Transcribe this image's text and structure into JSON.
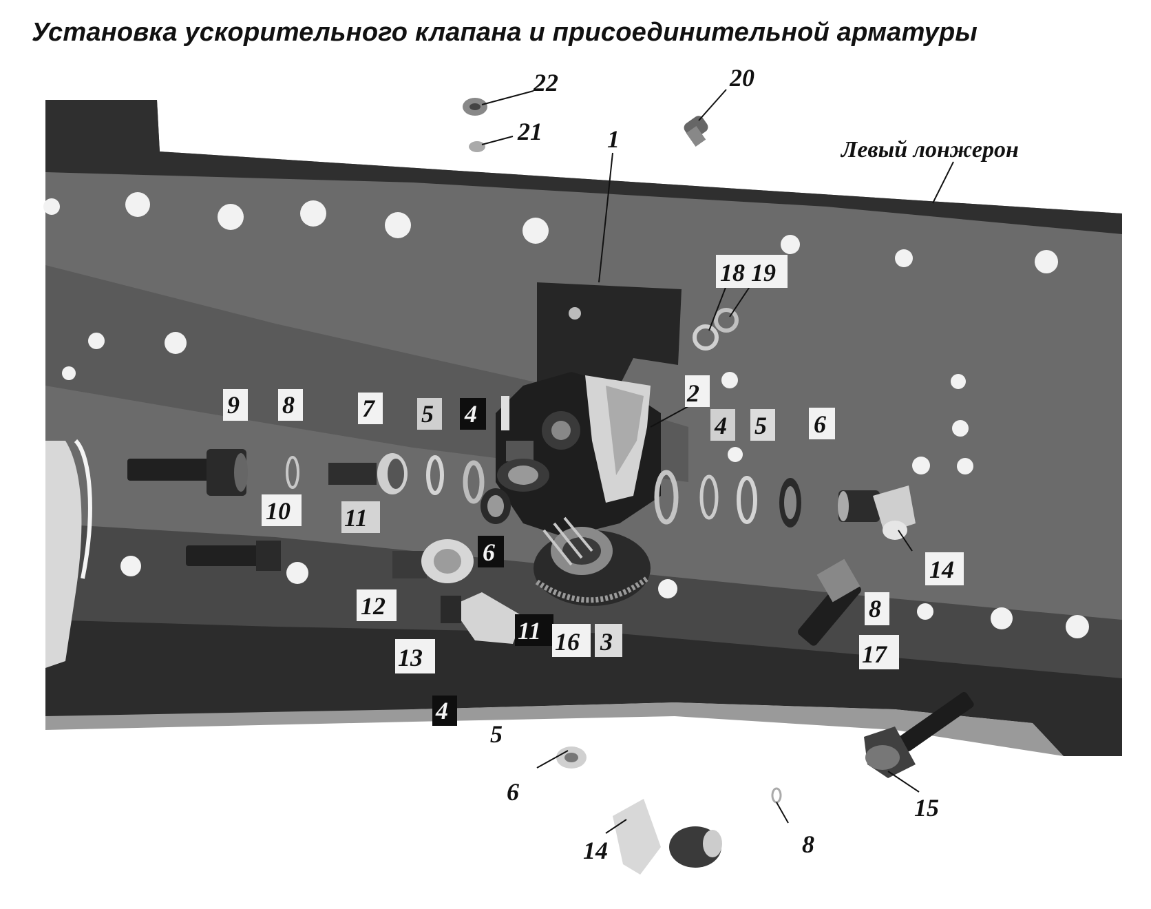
{
  "title": "Установка ускорительного клапана и присоединительной арматуры",
  "rail_caption": "Левый лонжерон",
  "callouts": [
    {
      "id": "c22",
      "text": "22"
    },
    {
      "id": "c21",
      "text": "21"
    },
    {
      "id": "c20",
      "text": "20"
    },
    {
      "id": "c1",
      "text": "1"
    },
    {
      "id": "c1819",
      "text": "18 19"
    },
    {
      "id": "c2",
      "text": "2"
    },
    {
      "id": "c9",
      "text": "9"
    },
    {
      "id": "c8a",
      "text": "8"
    },
    {
      "id": "c7",
      "text": "7"
    },
    {
      "id": "c5a",
      "text": "5"
    },
    {
      "id": "c4a",
      "text": "4"
    },
    {
      "id": "c4b",
      "text": "4"
    },
    {
      "id": "c5b",
      "text": "5"
    },
    {
      "id": "c6a",
      "text": "6"
    },
    {
      "id": "c10",
      "text": "10"
    },
    {
      "id": "c11a",
      "text": "11"
    },
    {
      "id": "c6b",
      "text": "6"
    },
    {
      "id": "c14a",
      "text": "14"
    },
    {
      "id": "c12",
      "text": "12"
    },
    {
      "id": "c8b",
      "text": "8"
    },
    {
      "id": "c11b",
      "text": "11"
    },
    {
      "id": "c16",
      "text": "16"
    },
    {
      "id": "c3",
      "text": "3"
    },
    {
      "id": "c13",
      "text": "13"
    },
    {
      "id": "c17",
      "text": "17"
    },
    {
      "id": "c4c",
      "text": "4"
    },
    {
      "id": "c5c",
      "text": "5"
    },
    {
      "id": "c6c",
      "text": "6"
    },
    {
      "id": "c15",
      "text": "15"
    },
    {
      "id": "c14b",
      "text": "14"
    },
    {
      "id": "c8c",
      "text": "8"
    }
  ]
}
